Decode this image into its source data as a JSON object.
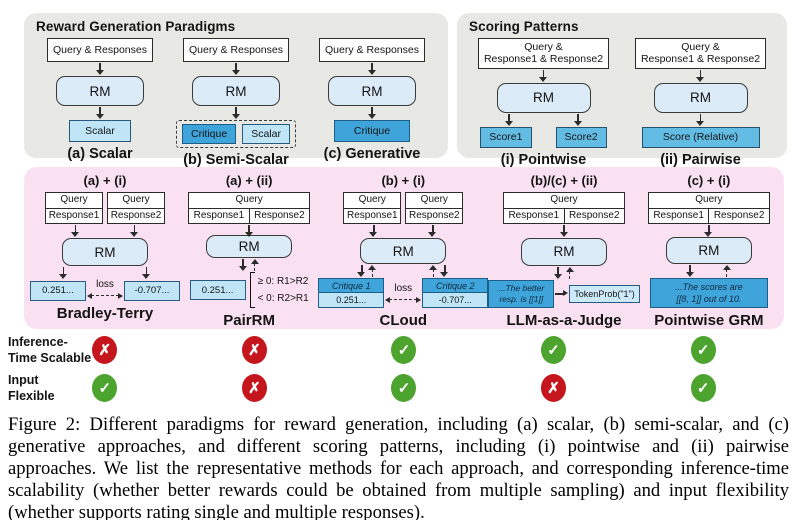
{
  "labels": {
    "rm": "RM",
    "query": "Query",
    "response1": "Response1",
    "response2": "Response2",
    "loss": "loss"
  },
  "reward_generation": {
    "title": "Reward Generation Paradigms",
    "input": "Query & Responses",
    "a": {
      "output": "Scalar",
      "caption": "(a) Scalar"
    },
    "b": {
      "output1": "Critique",
      "output2": "Scalar",
      "caption": "(b) Semi-Scalar"
    },
    "c": {
      "output": "Critique",
      "caption": "(c) Generative"
    }
  },
  "scoring_patterns": {
    "title": "Scoring Patterns",
    "input_line1": "Query &",
    "input_line2": "Response1 & Response2",
    "i": {
      "output1": "Score1",
      "output2": "Score2",
      "caption": "(i) Pointwise"
    },
    "ii": {
      "output": "Score (Relative)",
      "caption": "(ii) Pairwise"
    }
  },
  "methods": {
    "bt": {
      "header": "(a) + (i)",
      "score1": "0.251...",
      "score2": "-0.707...",
      "name": "Bradley-Terry"
    },
    "pairrm": {
      "header": "(a) + (ii)",
      "score": "0.251...",
      "rule1": "≥ 0: R1>R2",
      "rule2": "< 0: R2>R1",
      "name": "PairRM"
    },
    "cloud": {
      "header": "(b) + (i)",
      "critique1": "Critique 1",
      "score1": "0.251...",
      "critique2": "Critique 2",
      "score2": "-0.707...",
      "name": "CLoud"
    },
    "judge": {
      "header": "(b)/(c) + (ii)",
      "out_line1": "...The better",
      "out_line2": "resp. is [[1]]",
      "token": "TokenProb(\"1\")",
      "name": "LLM-as-a-Judge"
    },
    "grm": {
      "header": "(c) + (i)",
      "out_line1": "...The scores are",
      "out_line2": "[[8, 1]] out of 10.",
      "name": "Pointwise GRM"
    }
  },
  "criteria": {
    "row1": {
      "label1": "Inference-",
      "label2": "Time Scalable",
      "values": [
        "no",
        "no",
        "yes",
        "yes",
        "yes"
      ]
    },
    "row2": {
      "label1": "Input",
      "label2": "Flexible",
      "values": [
        "yes",
        "no",
        "yes",
        "no",
        "yes"
      ]
    }
  },
  "caption": "Figure 2: Different paradigms for reward generation, including (a) scalar, (b) semi-scalar, and (c) generative approaches, and different scoring patterns, including (i) pointwise and (ii) pairwise approaches. We list the representative methods for each approach, and corresponding inference-time scalability (whether better rewards could be obtained from multiple sampling) and input flexibility (whether supports rating single and multiple responses).",
  "colors": {
    "panel_gray": "#e8e8e5",
    "panel_pink": "#f9e1f1",
    "rm_fill": "#dcebf8",
    "light_blue": "#bfe5f6",
    "mid_blue": "#63bce4",
    "dark_blue": "#3fa4da",
    "check_green": "#4ca32e",
    "cross_red": "#c5161d"
  }
}
